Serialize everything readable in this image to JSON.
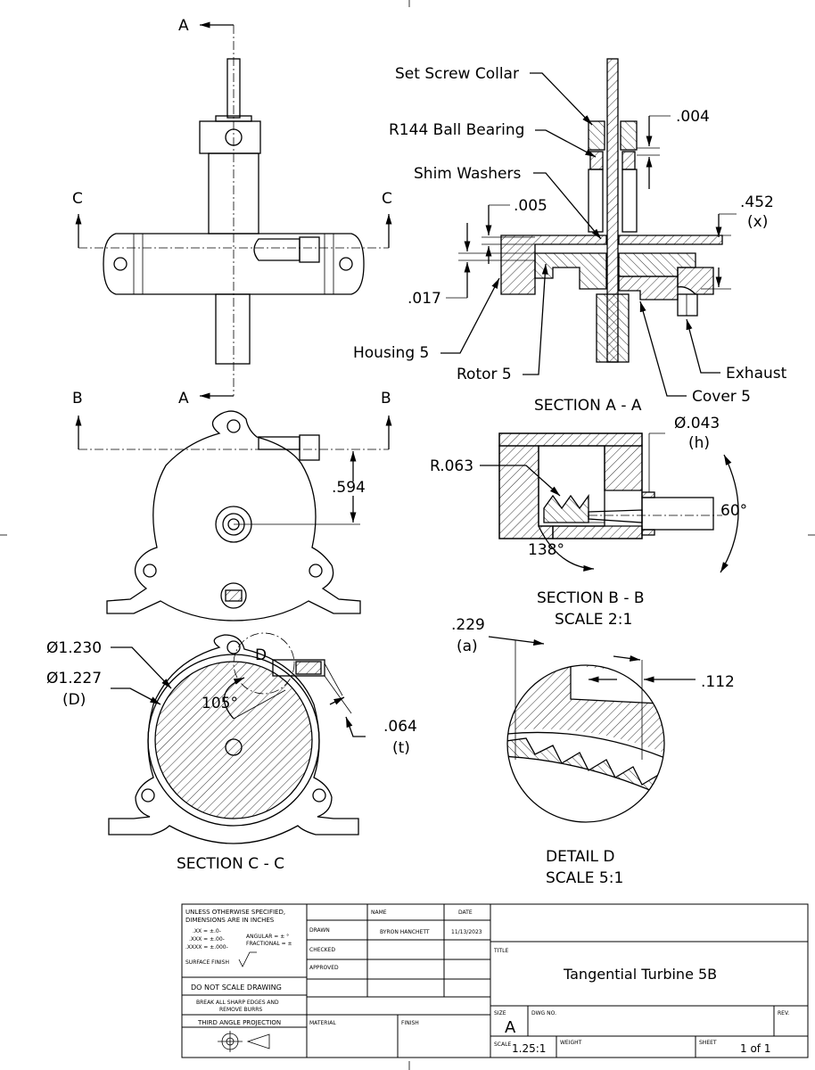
{
  "views": {
    "top": {
      "section_letter_a": "A",
      "section_letter_c": "C"
    },
    "section_aa": {
      "title": "SECTION A - A",
      "callouts": {
        "set_screw_collar": "Set Screw Collar",
        "ball_bearing": "R144 Ball Bearing",
        "shim_washers": "Shim Washers",
        "housing": "Housing 5",
        "rotor": "Rotor 5",
        "cover": "Cover 5",
        "exhaust": "Exhaust"
      },
      "dims": {
        "d004": ".004",
        "d005": ".005",
        "d017": ".017",
        "d452": ".452",
        "d452_note": "(x)"
      }
    },
    "front": {
      "section_letter_b": "B",
      "dim_594": ".594"
    },
    "section_bb": {
      "title": "SECTION B - B",
      "scale": "SCALE 2:1",
      "dims": {
        "r063": "R.063",
        "d043": "Ø.043",
        "d043_note": "(h)",
        "a60": "60°",
        "a138": "138°"
      }
    },
    "section_cc": {
      "title": "SECTION C - C",
      "dims": {
        "d1230": "Ø1.230",
        "d1227": "Ø1.227",
        "d1227_note": "(D)",
        "a105": "105°",
        "d064": ".064",
        "d064_note": "(t)",
        "detail_letter": "D"
      }
    },
    "detail_d": {
      "title": "DETAIL D",
      "scale": "SCALE 5:1",
      "dims": {
        "d229": ".229",
        "d229_note": "(a)",
        "d112": ".112"
      }
    }
  },
  "title_block": {
    "tolerance_note_1": "UNLESS OTHERWISE SPECIFIED,",
    "tolerance_note_2": "DIMENSIONS ARE IN INCHES",
    "tol_xx": ".XX = ±.0-",
    "tol_xxx": ".XXX = ±.00-",
    "tol_xxxx": ".XXXX = ±.000-",
    "angular": "ANGULAR = ± °",
    "fractional": "FRACTIONAL = ±",
    "surface_finish": "SURFACE FINISH",
    "do_not_scale": "DO NOT SCALE DRAWING",
    "break_edges_1": "BREAK ALL SHARP EDGES AND",
    "break_edges_2": "REMOVE BURRS",
    "projection": "THIRD ANGLE PROJECTION",
    "col_name": "NAME",
    "col_date": "DATE",
    "row_drawn": "DRAWN",
    "drawn_name": "BYRON HANCHETT",
    "drawn_date": "11/13/2023",
    "row_checked": "CHECKED",
    "row_approved": "APPROVED",
    "material": "MATERIAL",
    "finish": "FINISH",
    "title_label": "TITLE",
    "title": "Tangential Turbine 5B",
    "size_label": "SIZE",
    "size": "A",
    "dwg_no_label": "DWG NO.",
    "rev_label": "REV.",
    "scale_label": "SCALE",
    "scale": "1.25:1",
    "weight_label": "WEIGHT",
    "sheet_label": "SHEET",
    "sheet": "1 of 1"
  }
}
